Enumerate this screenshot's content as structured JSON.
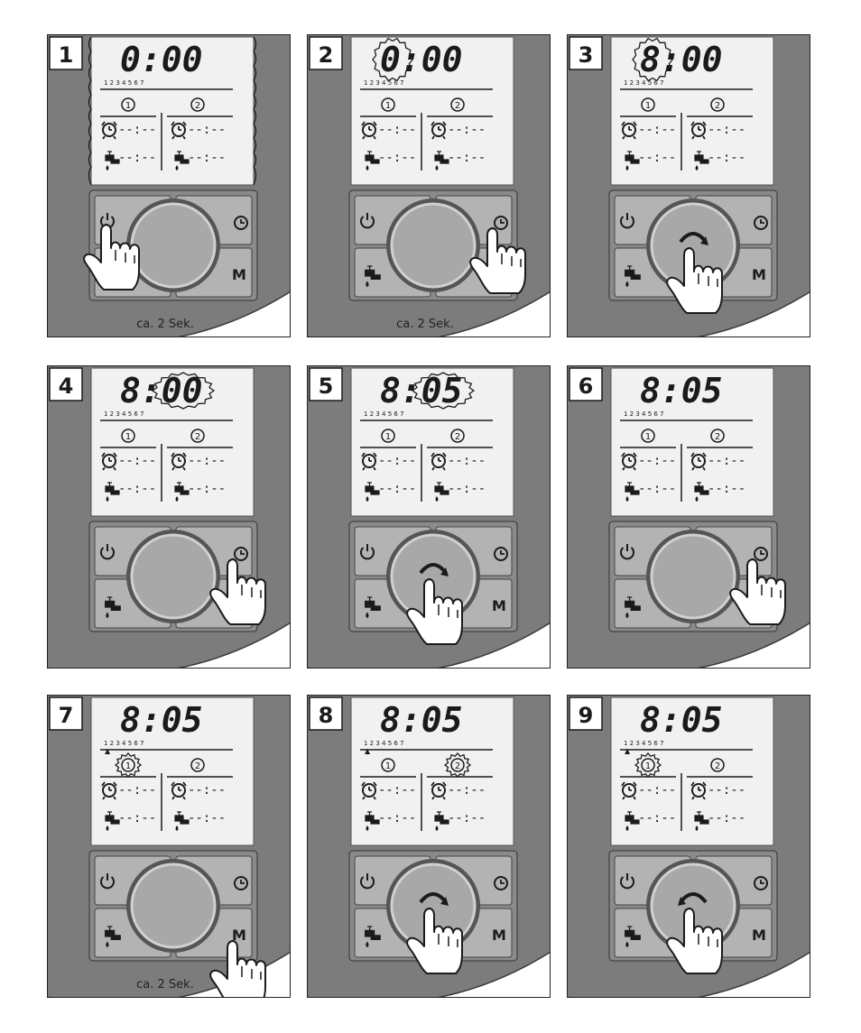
{
  "steps": [
    {
      "number": "1",
      "time": "0:00",
      "days": "1 2 3 4 5 6 7",
      "prog1": "1",
      "prog2": "2",
      "alarm1": "--:--",
      "alarm2": "--:--",
      "water1": "--:--",
      "water2": "--:--",
      "caption": "ca. 2 Sek.",
      "flash": "screen",
      "press": "power",
      "marker": ""
    },
    {
      "number": "2",
      "time": "0:00",
      "days": "1 2 3 4 5 6 7",
      "prog1": "1",
      "prog2": "2",
      "alarm1": "--:--",
      "alarm2": "--:--",
      "water1": "--:--",
      "water2": "--:--",
      "caption": "ca. 2 Sek.",
      "flash": "hours",
      "press": "clock",
      "marker": ""
    },
    {
      "number": "3",
      "time": "8:00",
      "days": "1 2 3 4 5 6 7",
      "prog1": "1",
      "prog2": "2",
      "alarm1": "--:--",
      "alarm2": "--:--",
      "water1": "--:--",
      "water2": "--:--",
      "caption": "",
      "flash": "hours",
      "press": "dial-cw",
      "marker": ""
    },
    {
      "number": "4",
      "time": "8:00",
      "days": "1 2 3 4 5 6 7",
      "prog1": "1",
      "prog2": "2",
      "alarm1": "--:--",
      "alarm2": "--:--",
      "water1": "--:--",
      "water2": "--:--",
      "caption": "",
      "flash": "minutes",
      "press": "clock",
      "marker": ""
    },
    {
      "number": "5",
      "time": "8:05",
      "days": "1 2 3 4 5 6 7",
      "prog1": "1",
      "prog2": "2",
      "alarm1": "--:--",
      "alarm2": "--:--",
      "water1": "--:--",
      "water2": "--:--",
      "caption": "",
      "flash": "minutes",
      "press": "dial-cw",
      "marker": ""
    },
    {
      "number": "6",
      "time": "8:05",
      "days": "1 2 3 4 5 6 7",
      "prog1": "1",
      "prog2": "2",
      "alarm1": "--:--",
      "alarm2": "--:--",
      "water1": "--:--",
      "water2": "--:--",
      "caption": "",
      "flash": "",
      "press": "clock",
      "marker": ""
    },
    {
      "number": "7",
      "time": "8:05",
      "days": "1 2 3 4 5 6 7",
      "prog1": "1",
      "prog2": "2",
      "alarm1": "--:--",
      "alarm2": "--:--",
      "water1": "--:--",
      "water2": "--:--",
      "caption": "ca. 2 Sek.",
      "flash": "prog1",
      "press": "m",
      "marker": "▲"
    },
    {
      "number": "8",
      "time": "8:05",
      "days": "1 2 3 4 5 6 7",
      "prog1": "1",
      "prog2": "2",
      "alarm1": "--:--",
      "alarm2": "--:--",
      "water1": "--:--",
      "water2": "--:--",
      "caption": "",
      "flash": "prog2",
      "press": "dial-cw",
      "marker": "▲"
    },
    {
      "number": "9",
      "time": "8:05",
      "days": "1 2 3 4 5 6 7",
      "prog1": "1",
      "prog2": "2",
      "alarm1": "--:--",
      "alarm2": "--:--",
      "water1": "--:--",
      "water2": "--:--",
      "caption": "",
      "flash": "prog1",
      "press": "dial-ccw",
      "marker": "▲"
    }
  ],
  "button_labels": {
    "mode": "M"
  },
  "colors": {
    "body": "#7c7c7c",
    "lcd": "#f1f1f1",
    "button": "#b3b3b3",
    "dial": "#a8a8a8",
    "ink": "#1b1b1b"
  }
}
